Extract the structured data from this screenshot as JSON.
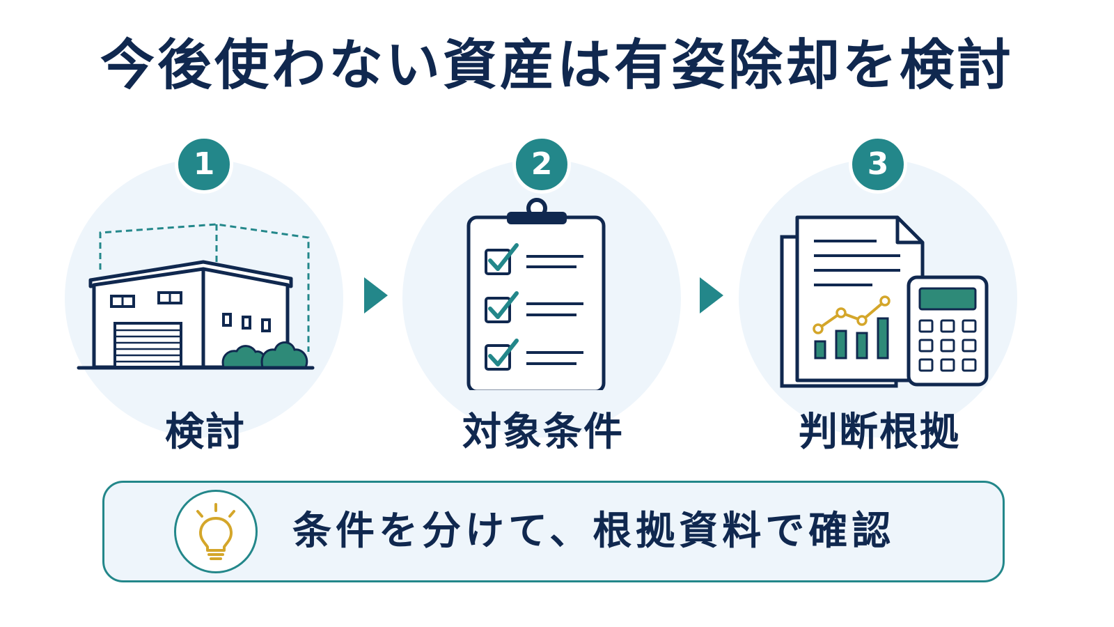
{
  "title": "今後使わない資産は有姿除却を検討",
  "steps": [
    {
      "number": "1",
      "label": "検討",
      "icon": "warehouse-icon"
    },
    {
      "number": "2",
      "label": "対象条件",
      "icon": "clipboard-checklist-icon"
    },
    {
      "number": "3",
      "label": "判断根拠",
      "icon": "document-calculator-icon"
    }
  ],
  "tip": {
    "icon": "lightbulb-icon",
    "text": "条件を分けて、根拠資料で確認"
  },
  "colors": {
    "navy": "#10284f",
    "teal": "#23878a",
    "circle_bg": "#eef5fb",
    "bulb": "#d4a62a"
  }
}
